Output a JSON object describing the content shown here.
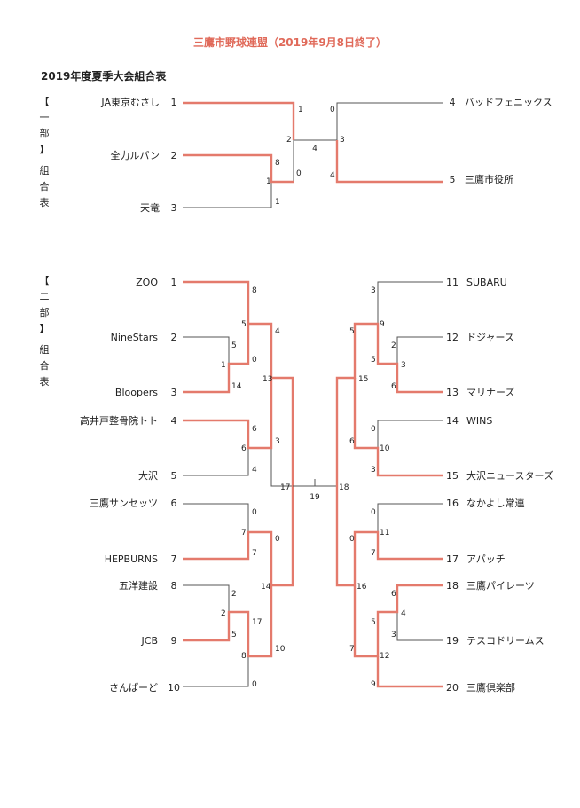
{
  "header": {
    "title": "三鷹市野球連盟（2019年9月8日終了）",
    "subtitle": "2019年度夏季大会組合表"
  },
  "colors": {
    "winner_line": "#e47a6c",
    "loser_line": "#555555",
    "title": "#e06a5a"
  },
  "division1": {
    "label_bracket": "【一部】",
    "label_chars": [
      "【",
      "一",
      "部",
      "】",
      "組",
      "合",
      "表"
    ],
    "teams_left": [
      {
        "name": "JA東京むさし",
        "seed": "1"
      },
      {
        "name": "全力ルパン",
        "seed": "2"
      },
      {
        "name": "天竜",
        "seed": "3"
      }
    ],
    "teams_right": [
      {
        "seed": "4",
        "name": "バッドフェニックス"
      },
      {
        "seed": "5",
        "name": "三鷹市役所"
      }
    ],
    "scores": {
      "g_2v3_2": "8",
      "g_2v3_3": "1",
      "g_2v3_upper": "1",
      "g_2v3_lower": "0",
      "semi_1": "1",
      "g_left_final": "2",
      "g_center": "4",
      "g_right_upper": "0",
      "g_right_lower": "4",
      "g_right_final": "3"
    }
  },
  "division2": {
    "label_chars": [
      "【",
      "二",
      "部",
      "】",
      "組",
      "合",
      "表"
    ],
    "teams_left": [
      {
        "name": "ZOO",
        "seed": "1"
      },
      {
        "name": "NineStars",
        "seed": "2"
      },
      {
        "name": "Bloopers",
        "seed": "3"
      },
      {
        "name": "高井戸整骨院トト",
        "seed": "4"
      },
      {
        "name": "大沢",
        "seed": "5"
      },
      {
        "name": "三鷹サンセッツ",
        "seed": "6"
      },
      {
        "name": "HEPBURNS",
        "seed": "7"
      },
      {
        "name": "五洋建設",
        "seed": "8"
      },
      {
        "name": "JCB",
        "seed": "9"
      },
      {
        "name": "さんぱーど",
        "seed": "10"
      }
    ],
    "teams_right": [
      {
        "seed": "11",
        "name": "SUBARU"
      },
      {
        "seed": "12",
        "name": "ドジャース"
      },
      {
        "seed": "13",
        "name": "マリナーズ"
      },
      {
        "seed": "14",
        "name": "WINS"
      },
      {
        "seed": "15",
        "name": "大沢ニュースターズ"
      },
      {
        "seed": "16",
        "name": "なかよし常連"
      },
      {
        "seed": "17",
        "name": "アパッチ"
      },
      {
        "seed": "18",
        "name": "三鷹パイレーツ"
      },
      {
        "seed": "19",
        "name": "テスコドリームス"
      },
      {
        "seed": "20",
        "name": "三鷹倶楽部"
      }
    ],
    "scores": {
      "s01": "8",
      "s02": "5",
      "s03": "5",
      "s04": "1",
      "s05": "0",
      "s06": "14",
      "s07": "4",
      "s08": "13",
      "s09": "6",
      "s10": "6",
      "s11": "3",
      "s12": "4",
      "s13": "0",
      "s14": "7",
      "s15": "7",
      "s16": "0",
      "s17": "2",
      "s18": "2",
      "s19": "5",
      "s20": "17",
      "s21": "8",
      "s22": "0",
      "s23": "14",
      "s24": "10",
      "s25": "17",
      "s26": "19",
      "s27": "18",
      "r01": "3",
      "r02": "9",
      "r03": "5",
      "r04": "2",
      "r05": "5",
      "r06": "3",
      "r07": "6",
      "r08": "15",
      "r09": "0",
      "r10": "10",
      "r11": "6",
      "r12": "3",
      "r13": "0",
      "r14": "11",
      "r15": "0",
      "r16": "7",
      "r17": "16",
      "r18": "6",
      "r19": "4",
      "r20": "5",
      "r21": "3",
      "r22": "12",
      "r23": "7",
      "r24": "9"
    }
  }
}
